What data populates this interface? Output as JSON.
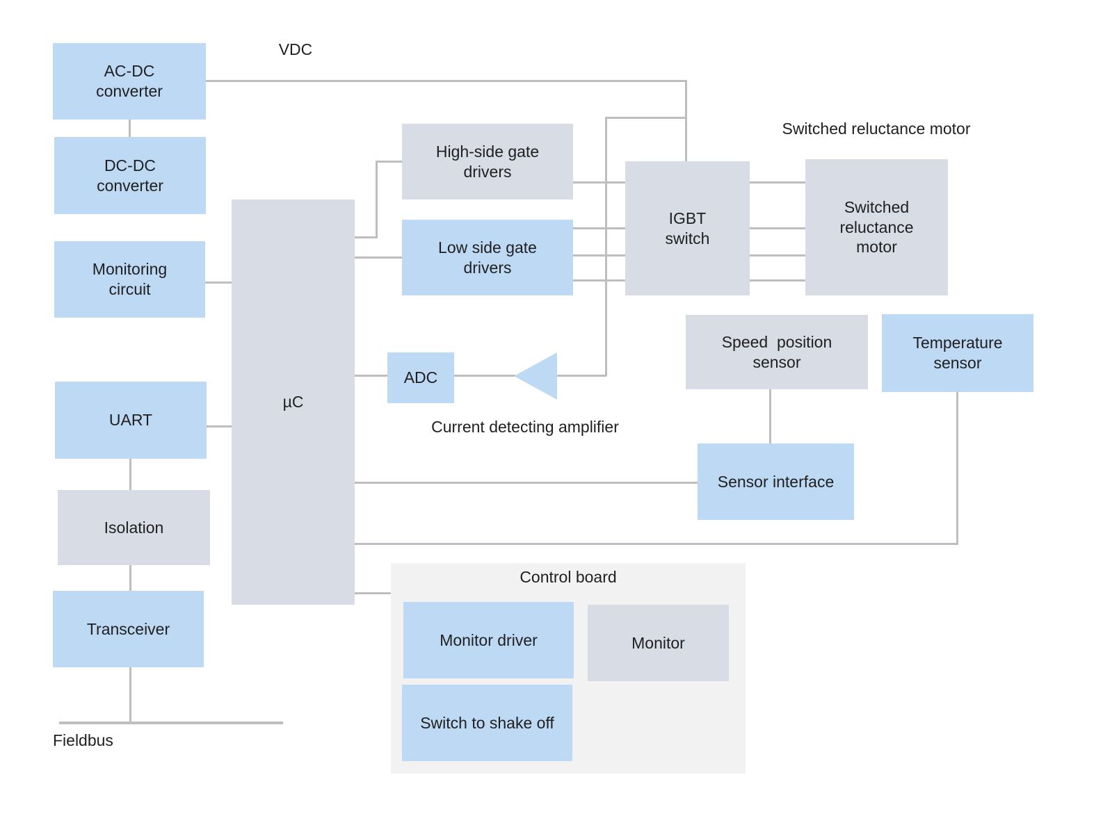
{
  "colors": {
    "blue": "#bed9f4",
    "gray": "#d8dce4",
    "panel": "#f2f2f2",
    "line": "#bcbec2",
    "text": "#1f1f1f",
    "bg": "#ffffff"
  },
  "nodes": {
    "acdc": {
      "label": "AC-DC\nconverter"
    },
    "dcdc": {
      "label": "DC-DC\nconverter"
    },
    "monitoring": {
      "label": "Monitoring\ncircuit"
    },
    "uart": {
      "label": "UART"
    },
    "isolation": {
      "label": "Isolation"
    },
    "transceiver": {
      "label": "Transceiver"
    },
    "uc": {
      "label": "µC"
    },
    "highside": {
      "label": "High-side gate\ndrivers"
    },
    "lowside": {
      "label": "Low side gate\ndrivers"
    },
    "adc": {
      "label": "ADC"
    },
    "igbt": {
      "label": "IGBT\nswitch"
    },
    "srm": {
      "label": "Switched\nreluctance\nmotor"
    },
    "speed": {
      "label": "Speed  position\nsensor"
    },
    "temp": {
      "label": "Temperature\nsensor"
    },
    "sensorif": {
      "label": "Sensor interface"
    },
    "monitordriver": {
      "label": "Monitor driver"
    },
    "monitor": {
      "label": "Monitor"
    },
    "switchshake": {
      "label": "Switch to shake off"
    }
  },
  "labels": {
    "vdc": "VDC",
    "srm_title": "Switched reluctance motor",
    "current_amp": "Current detecting amplifier",
    "control_board": "Control board",
    "fieldbus": "Fieldbus"
  },
  "edges": [
    {
      "from": "ac_dc_converter",
      "to": "dc_dc_converter"
    },
    {
      "from": "ac_dc_converter",
      "to": "igbt_switch",
      "via": "vdc_bus"
    },
    {
      "from": "vdc_bus",
      "to": "current_detecting_amplifier",
      "via": "tap"
    },
    {
      "from": "current_detecting_amplifier",
      "to": "adc"
    },
    {
      "from": "adc",
      "to": "uc"
    },
    {
      "from": "monitoring_circuit",
      "to": "uc"
    },
    {
      "from": "uart",
      "to": "uc"
    },
    {
      "from": "uart",
      "to": "isolation"
    },
    {
      "from": "isolation",
      "to": "transceiver"
    },
    {
      "from": "transceiver",
      "to": "fieldbus"
    },
    {
      "from": "uc",
      "to": "high_side_gate_drivers"
    },
    {
      "from": "uc",
      "to": "low_side_gate_drivers"
    },
    {
      "from": "high_side_gate_drivers",
      "to": "igbt_switch",
      "lines": 1
    },
    {
      "from": "low_side_gate_drivers",
      "to": "igbt_switch",
      "lines": 3
    },
    {
      "from": "igbt_switch",
      "to": "switched_reluctance_motor",
      "lines": 4
    },
    {
      "from": "speed_position_sensor",
      "to": "sensor_interface"
    },
    {
      "from": "sensor_interface",
      "to": "uc"
    },
    {
      "from": "temperature_sensor",
      "to": "uc"
    },
    {
      "from": "uc",
      "to": "control_board"
    }
  ]
}
